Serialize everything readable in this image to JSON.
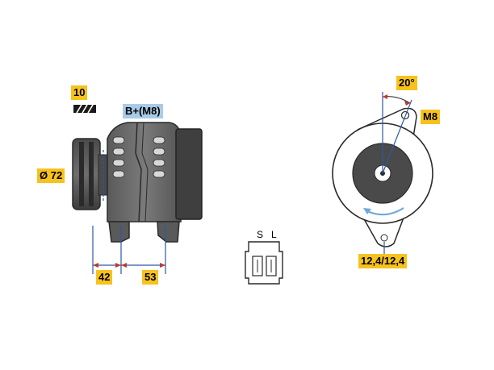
{
  "labels": {
    "pack_count": "10",
    "terminal": "B+(M8)",
    "pulley_diameter": "Ø 72",
    "dim_a": "42",
    "dim_b": "53",
    "angle": "20°",
    "mount_thread": "M8",
    "mount_width": "12,4/12,4",
    "plug_pin_s": "S",
    "plug_pin_l": "L"
  },
  "colors": {
    "accent_tag": "#f7c21d",
    "terminal_tag": "#a9cbe8",
    "body": "#6b6b6b",
    "body_dark": "#3a3a3a",
    "dimension_line": "#2d58a6",
    "arrow_red": "#c0392b",
    "rotation_arrow": "#6fa8dc"
  },
  "icons": {
    "pack_icon": "hatched-box-icon",
    "rotation": "counterclockwise-arrow-icon"
  }
}
